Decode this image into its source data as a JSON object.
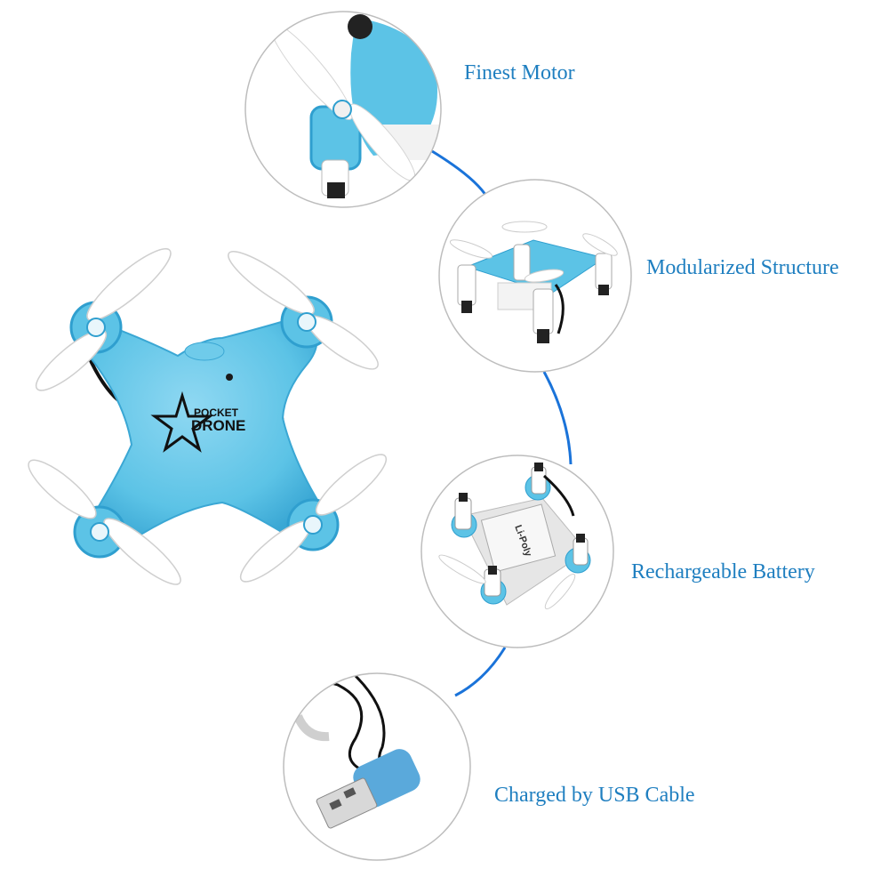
{
  "colors": {
    "accent_text": "#1f7fc0",
    "connector_line": "#1a73d9",
    "drone_body": "#5cc3e6",
    "drone_body_dark": "#2f9fcf",
    "propeller": "#ffffff",
    "circle_border": "#bdbdbd"
  },
  "features": [
    {
      "label": "Finest Motor",
      "image": "motor-closeup"
    },
    {
      "label": "Modularized Structure",
      "image": "drone-side-view"
    },
    {
      "label": "Rechargeable Battery",
      "image": "drone-underside-battery"
    },
    {
      "label": "Charged by USB Cable",
      "image": "usb-cable"
    }
  ],
  "product": {
    "logo": "POCKET DRONE",
    "battery_label": "Li-Poly"
  }
}
